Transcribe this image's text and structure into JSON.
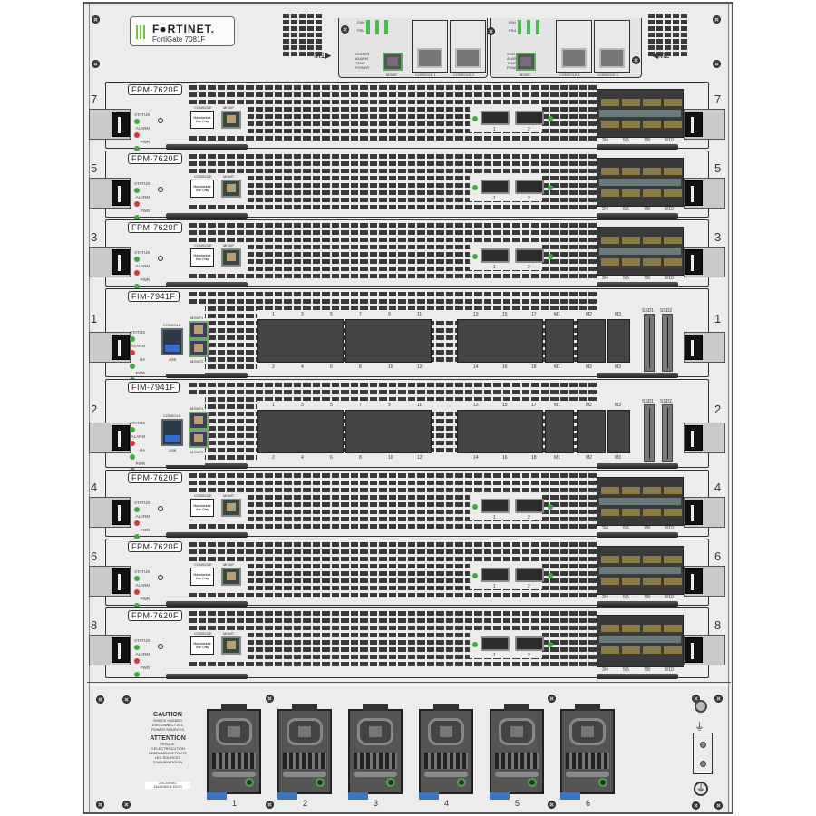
{
  "header": {
    "brand": "F●RTINET.",
    "model": "FortiGate 7081F",
    "module_left_label": "M1▶",
    "module_right_label": "◀M2",
    "mgmt_modules": [
      {
        "id": "M1",
        "fan_label": "FAN",
        "psu_label": "PSU",
        "status_labels": [
          "STATUS",
          "ALARM",
          "TEMP",
          "POWER"
        ],
        "mgmt_port_label": "MGMT",
        "console_ports": [
          "CONSOLE 1",
          "CONSOLE 2"
        ]
      },
      {
        "id": "M2",
        "fan_label": "FAN",
        "psu_label": "PSU",
        "status_labels": [
          "STATUS",
          "ALARM",
          "TEMP",
          "POWER"
        ],
        "mgmt_port_label": "MGMT",
        "console_ports": [
          "CONSOLE 1",
          "CONSOLE 2"
        ]
      }
    ]
  },
  "slots": [
    {
      "number": "7",
      "model": "FPM-7620F",
      "type": "fpm",
      "leds": [
        "STATUS",
        "ALARM",
        "PWR"
      ],
      "console_label": "CONSOLE",
      "manuf_label": "Manufacture Use Only",
      "mgmt_label": "MGMT",
      "qsfp_labels": [
        "1",
        "2"
      ],
      "sfp_labels": [
        "3/4",
        "5/6",
        "7/8",
        "9/10"
      ]
    },
    {
      "number": "5",
      "model": "FPM-7620F",
      "type": "fpm",
      "leds": [
        "STATUS",
        "ALARM",
        "PWR"
      ],
      "console_label": "CONSOLE",
      "manuf_label": "Manufacture Use Only",
      "mgmt_label": "MGMT",
      "qsfp_labels": [
        "1",
        "2"
      ],
      "sfp_labels": [
        "3/4",
        "5/6",
        "7/8",
        "9/10"
      ]
    },
    {
      "number": "3",
      "model": "FPM-7620F",
      "type": "fpm",
      "leds": [
        "STATUS",
        "ALARM",
        "PWR"
      ],
      "console_label": "CONSOLE",
      "manuf_label": "Manufacture Use Only",
      "mgmt_label": "MGMT",
      "qsfp_labels": [
        "1",
        "2"
      ],
      "sfp_labels": [
        "3/4",
        "5/6",
        "7/8",
        "9/10"
      ]
    },
    {
      "number": "1",
      "model": "FIM-7941F",
      "type": "fim",
      "leds": [
        "STATUS",
        "ALARM",
        "HA",
        "PWR"
      ],
      "console_label": "CONSOLE",
      "usb_label": "USB",
      "mgmt_labels": [
        "MGMT1",
        "MGMT2"
      ],
      "port_top_labels": [
        "1",
        "3",
        "5",
        "7",
        "9",
        "11",
        "13",
        "15",
        "17",
        "M1",
        "M2",
        "M3"
      ],
      "port_bottom_labels": [
        "2",
        "4",
        "6",
        "8",
        "10",
        "12",
        "14",
        "16",
        "18",
        "M1",
        "M2",
        "M3"
      ],
      "ssd_labels": [
        "SSD1",
        "SSD2"
      ]
    },
    {
      "number": "2",
      "model": "FIM-7941F",
      "type": "fim",
      "leds": [
        "STATUS",
        "ALARM",
        "HA",
        "PWR"
      ],
      "console_label": "CONSOLE",
      "usb_label": "USB",
      "mgmt_labels": [
        "MGMT1",
        "MGMT2"
      ],
      "port_top_labels": [
        "1",
        "3",
        "5",
        "7",
        "9",
        "11",
        "13",
        "15",
        "17",
        "M1",
        "M2",
        "M3"
      ],
      "port_bottom_labels": [
        "2",
        "4",
        "6",
        "8",
        "10",
        "12",
        "14",
        "16",
        "18",
        "M1",
        "M2",
        "M3"
      ],
      "ssd_labels": [
        "SSD1",
        "SSD2"
      ]
    },
    {
      "number": "4",
      "model": "FPM-7620F",
      "type": "fpm",
      "leds": [
        "STATUS",
        "ALARM",
        "PWR"
      ],
      "console_label": "CONSOLE",
      "manuf_label": "Manufacture Use Only",
      "mgmt_label": "MGMT",
      "qsfp_labels": [
        "1",
        "2"
      ],
      "sfp_labels": [
        "3/4",
        "5/6",
        "7/8",
        "9/10"
      ]
    },
    {
      "number": "6",
      "model": "FPM-7620F",
      "type": "fpm",
      "leds": [
        "STATUS",
        "ALARM",
        "PWR"
      ],
      "console_label": "CONSOLE",
      "manuf_label": "Manufacture Use Only",
      "mgmt_label": "MGMT",
      "qsfp_labels": [
        "1",
        "2"
      ],
      "sfp_labels": [
        "3/4",
        "5/6",
        "7/8",
        "9/10"
      ]
    },
    {
      "number": "8",
      "model": "FPM-7620F",
      "type": "fpm",
      "leds": [
        "STATUS",
        "ALARM",
        "PWR"
      ],
      "console_label": "CONSOLE",
      "manuf_label": "Manufacture Use Only",
      "mgmt_label": "MGMT",
      "qsfp_labels": [
        "1",
        "2"
      ],
      "sfp_labels": [
        "3/4",
        "5/6",
        "7/8",
        "9/10"
      ]
    }
  ],
  "power": {
    "caution_title": "CAUTION",
    "caution_lines": [
      "SHOCK HAZARD",
      "DISCONNECT ALL",
      "POWER SOURCES"
    ],
    "attention_title": "ATTENTION",
    "attention_lines": [
      "RISQUE",
      "D'ELECTROCUTION",
      "DEBRANCHEZ TOUTE",
      "LES SOURCES",
      "D'ALIMENTATION"
    ],
    "rating_lines": [
      "200-240VAC",
      "16A 50/60HZ EACH"
    ],
    "psus": [
      "1",
      "2",
      "3",
      "4",
      "5",
      "6"
    ],
    "ground_icon": "ground-icon"
  },
  "colors": {
    "led_green": "#3faa3f",
    "led_red": "#d23a3a",
    "psu_tab_blue": "#3a75c4",
    "logo_green": "#7bbf3c",
    "chassis_bg": "#ececec"
  }
}
